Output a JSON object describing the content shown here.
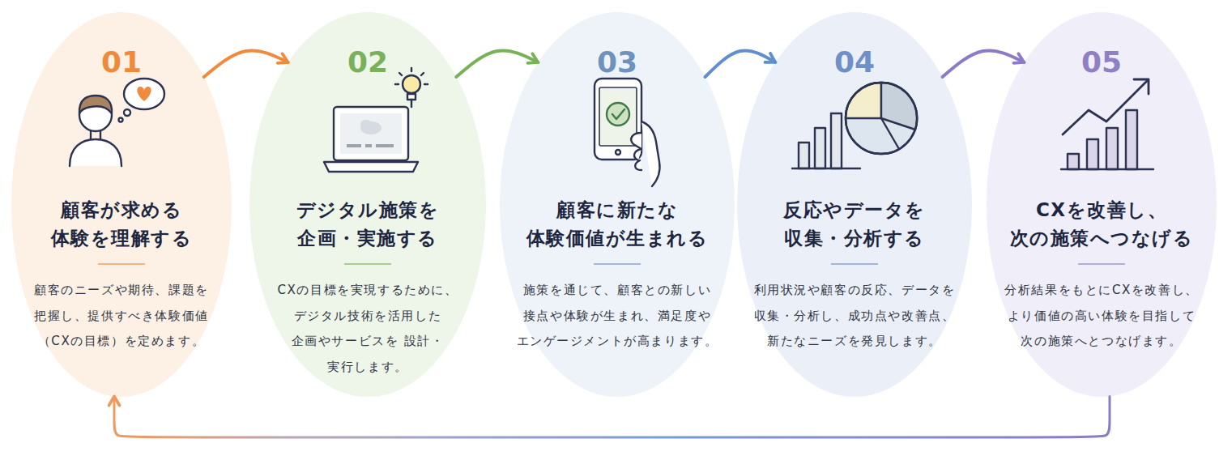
{
  "diagram": {
    "nodes": [
      {
        "text": [
          "01",
          "顧客が求める 体験を理解する",
          "顧客のニーズや期待、課題を 把握し、提供すべき体験価値 （CXの目標）を定めます。"
        ]
      },
      {
        "text": [
          "02",
          "デジタル施策を 企画・実施する",
          "CXの目標を実現するために、 デジタル技術を活用した 企画やサービスを 設計・実行します。"
        ]
      },
      {
        "text": [
          "03",
          "顧客に新たな 体験価値が生まれる",
          "施策を通じて、顧客との新しい 接点や体験が生まれ、満足度や エンゲージメントが高まります。"
        ]
      },
      {
        "text": [
          "04",
          "反応やデータを 収集・分析する",
          "利用状況や顧客の反応、データを 収集・分析し、成功点や改善点、 新たなニーズを発見します。"
        ]
      },
      {
        "text": [
          "05",
          "CXを改善し、 次の施策へつなげる",
          "分析結果をもとにCXを改善し、 より価値の高い体験を目指して 次の施策へとつなげます。"
        ]
      }
    ],
    "edges": [
      {
        "from": 0,
        "to": 1,
        "arrow": "to"
      },
      {
        "from": 1,
        "to": 2,
        "arrow": "to"
      },
      {
        "from": 2,
        "to": 3,
        "arrow": "to"
      },
      {
        "from": 3,
        "to": 4,
        "arrow": "to"
      },
      {
        "from": 4,
        "to": 0,
        "arrow": "to"
      }
    ]
  }
}
